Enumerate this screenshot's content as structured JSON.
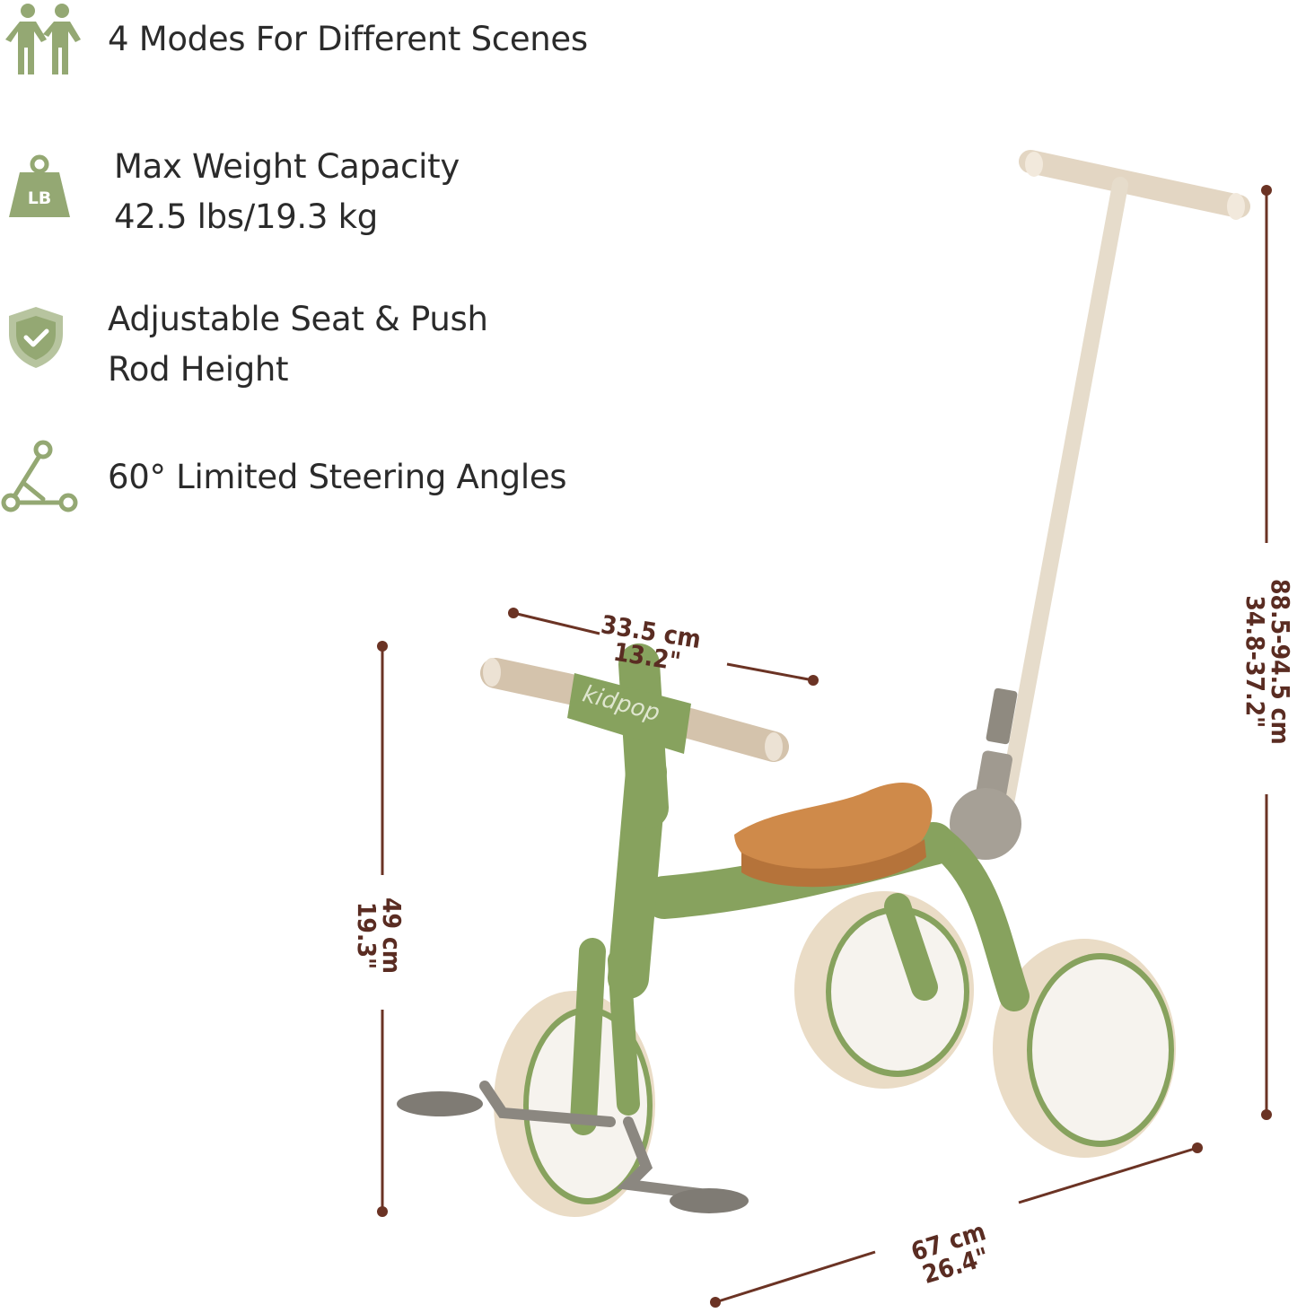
{
  "features": [
    {
      "icon": "people-icon",
      "lines": [
        "4 Modes For Different Scenes"
      ]
    },
    {
      "icon": "weight-icon",
      "icon_label": "LB",
      "lines": [
        "Max Weight Capacity",
        "42.5 lbs/19.3 kg"
      ]
    },
    {
      "icon": "shield-check-icon",
      "lines": [
        "Adjustable Seat & Push",
        "Rod Height"
      ]
    },
    {
      "icon": "steering-angle-icon",
      "lines": [
        "60° Limited Steering Angles"
      ]
    }
  ],
  "product": {
    "brand_logo": "kidpop"
  },
  "dimensions": {
    "handlebar_width": {
      "metric": "33.5 cm",
      "imperial": "13.2\""
    },
    "seat_height": {
      "metric": "49 cm",
      "imperial": "19.3\""
    },
    "total_height": {
      "metric": "88.5-94.5 cm",
      "imperial": "34.8-37.2\""
    },
    "length": {
      "metric": "67 cm",
      "imperial": "26.4\""
    }
  },
  "colors": {
    "icon_green": "#94a873",
    "frame_green": "#87a25e",
    "cream": "#ede1cf",
    "seat_orange": "#cf8a4a",
    "dimension_line": "#6b3324"
  }
}
